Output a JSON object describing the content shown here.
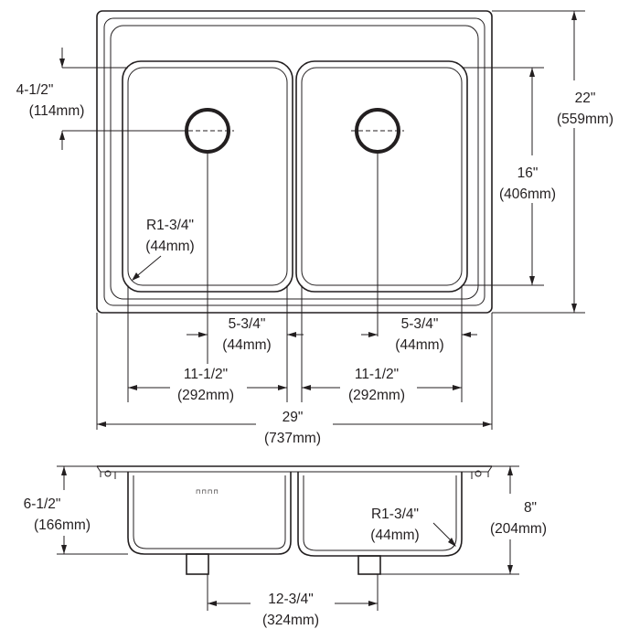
{
  "top_view": {
    "bowl_depth_offset": {
      "imperial": "4-1/2\"",
      "metric": "(114mm)"
    },
    "overall_depth": {
      "imperial": "22\"",
      "metric": "(559mm)"
    },
    "bowl_front_to_back": {
      "imperial": "16\"",
      "metric": "(406mm)"
    },
    "corner_radius": {
      "imperial": "R1-3/4\"",
      "metric": "(44mm)"
    },
    "drain_offset_left": {
      "imperial": "5-3/4\"",
      "metric": "(44mm)"
    },
    "drain_offset_right": {
      "imperial": "5-3/4\"",
      "metric": "(44mm)"
    },
    "bowl_width_left": {
      "imperial": "11-1/2\"",
      "metric": "(292mm)"
    },
    "bowl_width_right": {
      "imperial": "11-1/2\"",
      "metric": "(292mm)"
    },
    "overall_width": {
      "imperial": "29\"",
      "metric": "(737mm)"
    }
  },
  "side_view": {
    "left_depth": {
      "imperial": "6-1/2\"",
      "metric": "(166mm)"
    },
    "right_depth": {
      "imperial": "8\"",
      "metric": "(204mm)"
    },
    "corner_radius": {
      "imperial": "R1-3/4\"",
      "metric": "(44mm)"
    },
    "drain_spacing": {
      "imperial": "12-3/4\"",
      "metric": "(324mm)"
    },
    "rim_marking": "⊓⊓⊓⊓"
  }
}
